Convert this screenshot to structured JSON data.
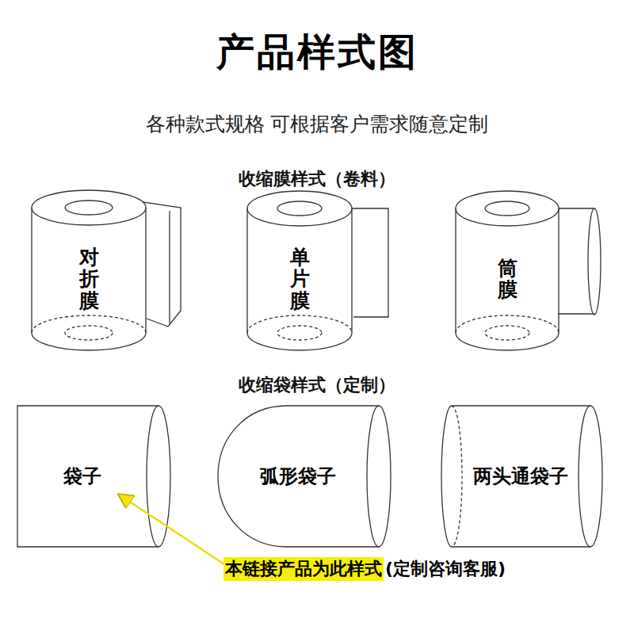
{
  "diagram": {
    "title": "产品样式图",
    "nodes": [
      {
        "text": [
          "对折膜"
        ]
      },
      {
        "text": [
          "单片膜"
        ]
      },
      {
        "text": [
          "筒膜"
        ]
      },
      {
        "text": [
          "袋子"
        ]
      },
      {
        "text": [
          "弧形袋子"
        ]
      },
      {
        "text": [
          "两头通袋子"
        ]
      }
    ],
    "labels": [
      "各种款式规格 可根据客户需求随意定制",
      "收缩膜样式（卷料）",
      "收缩袋样式（定制）",
      "本链接产品为此样式",
      "(定制咨询客服)"
    ]
  }
}
